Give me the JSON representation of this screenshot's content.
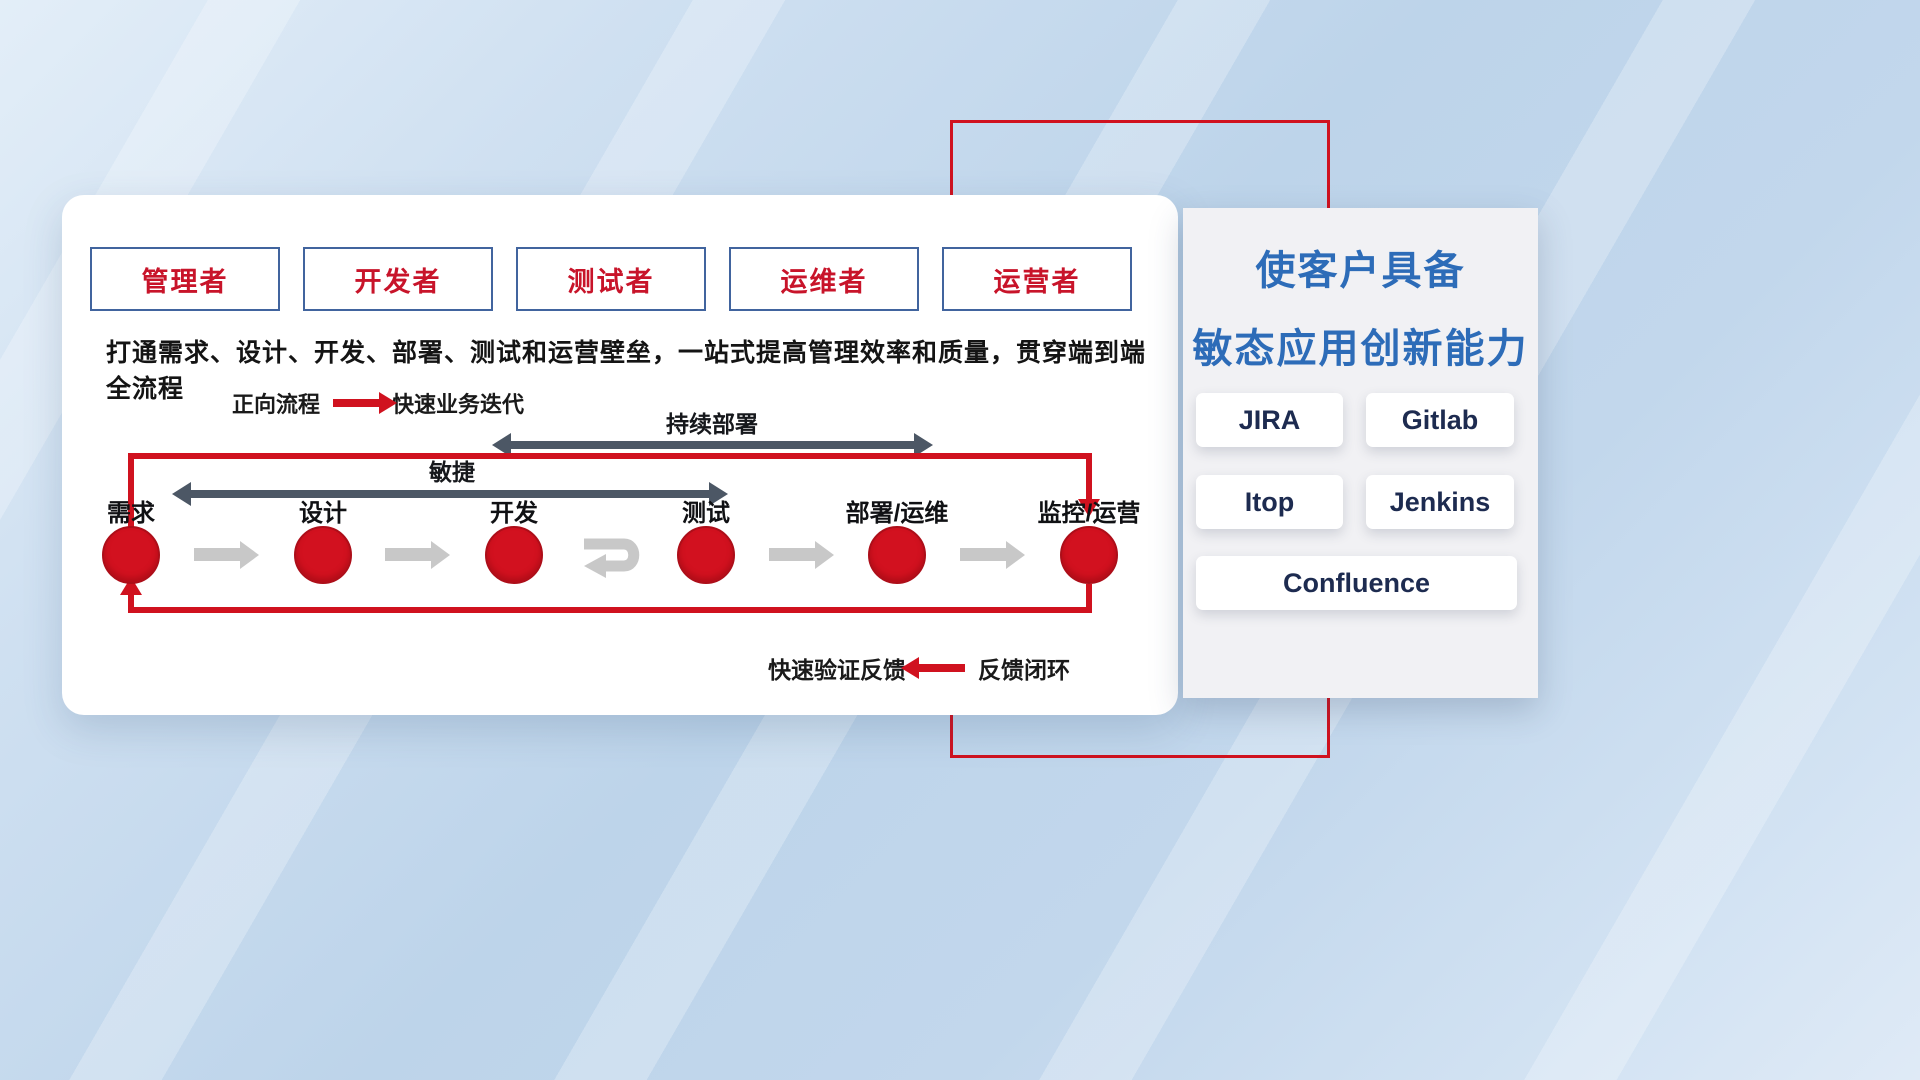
{
  "card": {
    "roles": [
      "管理者",
      "开发者",
      "测试者",
      "运维者",
      "运营者"
    ],
    "subtitle": "打通需求、设计、开发、部署、测试和运营壁垒，一站式提高管理效率和质量，贯穿端到端全流程",
    "forward_legend": {
      "label": "正向流程",
      "desc": "快速业务迭代"
    },
    "continuous_deploy_label": "持续部署",
    "agile_label": "敏捷",
    "nodes": [
      "需求",
      "设计",
      "开发",
      "测试",
      "部署/运维",
      "监控/运营"
    ],
    "feedback_legend": {
      "label": "快速验证反馈",
      "desc": "反馈闭环"
    }
  },
  "panel": {
    "title_line1": "使客户具备",
    "title_line2": "敏态应用创新能力",
    "tools": [
      "JIRA",
      "Gitlab",
      "Itop",
      "Jenkins",
      "Confluence"
    ]
  },
  "colors": {
    "accent_red": "#d0121f",
    "title_blue": "#2d6cb8",
    "tool_text": "#1d2b50",
    "dark_arrow": "#4c5765",
    "gray_arrow": "#c8c8c8"
  }
}
